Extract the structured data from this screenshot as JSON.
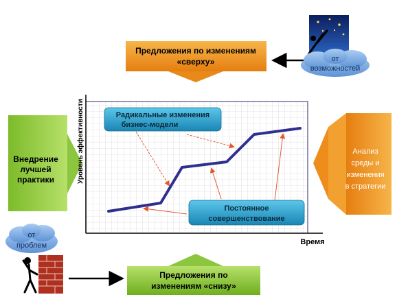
{
  "top_box": {
    "line1": "Предложения по изменениям",
    "line2": "«сверху»"
  },
  "bottom_box": {
    "line1": "Предложения по",
    "line2": "изменениям «снизу»"
  },
  "left_box": {
    "line1": "Внедрение",
    "line2": "лучшей",
    "line3": "практики"
  },
  "right_box": {
    "line1": "Анализ",
    "line2": "среды и",
    "line3": "изменения",
    "line4": "в стратегии"
  },
  "cloud_top": {
    "line1": "от",
    "line2": "возможностей"
  },
  "cloud_left": {
    "line1": "от",
    "line2": "проблем"
  },
  "chart": {
    "ylabel": "Уровень эффективности",
    "xlabel": "Время"
  },
  "callout_radical": {
    "line1": "Радикальные изменения",
    "line2": "бизнес-модели"
  },
  "callout_continuous": {
    "line1": "Постоянное",
    "line2": "совершенствование"
  },
  "colors": {
    "orange": "#f39a1e",
    "green": "#8fcb3c",
    "cyan": "#2a9fc7",
    "curve": "#2f2f8f",
    "red_arrow": "#e4572e",
    "brick": "#b03020",
    "cloud": "#6fa6df"
  },
  "icons": {
    "figure_top": "reaching-figure-icon",
    "figure_bottom": "thinking-figure-icon",
    "wall": "brick-wall-icon"
  }
}
